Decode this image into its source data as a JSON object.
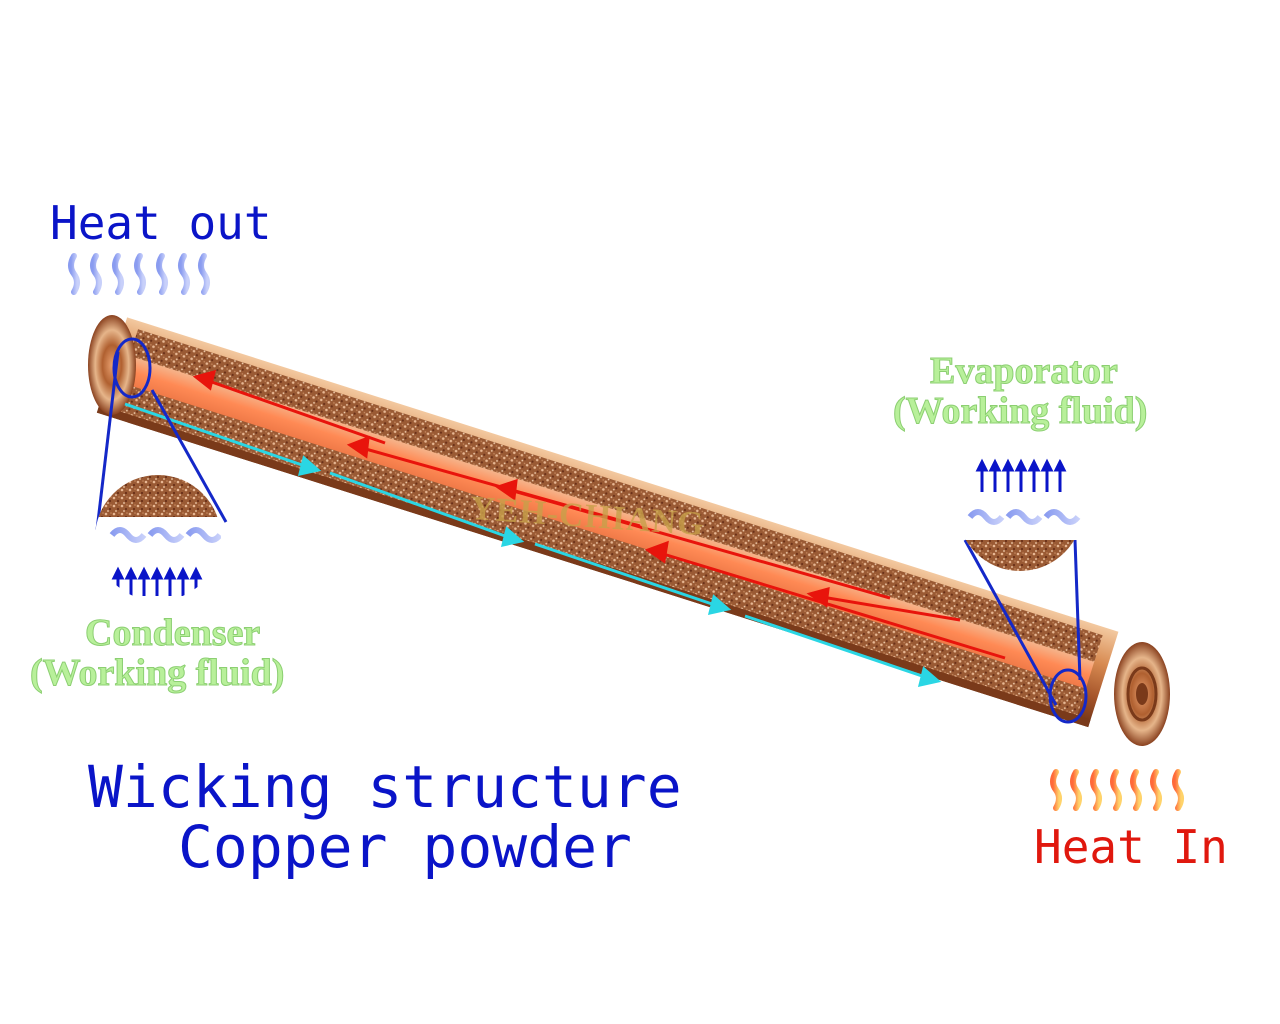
{
  "labels": {
    "heat_out": "Heat out",
    "heat_in": "Heat In",
    "wicking_line1": "Wicking structure",
    "wicking_line2": "Copper powder",
    "evaporator_line1": "Evaporator",
    "evaporator_line2": "(Working fluid)",
    "condenser_line1": "Condenser",
    "condenser_line2": "(Working fluid)",
    "watermark": "YEH-CHIANG"
  },
  "colors": {
    "heat_out_text": "#0a14c8",
    "heat_in_text": "#e0180e",
    "wicking_text": "#0a14c8",
    "vapor_arrow": "#e8140c",
    "liquid_arrow": "#2ad6e4",
    "copper": "#c8703c",
    "callout": "#1428c8"
  },
  "icons": {
    "heat_out": "cool-wave-icon",
    "heat_in": "heat-wave-icon",
    "arrows": "up-arrows-icon"
  }
}
